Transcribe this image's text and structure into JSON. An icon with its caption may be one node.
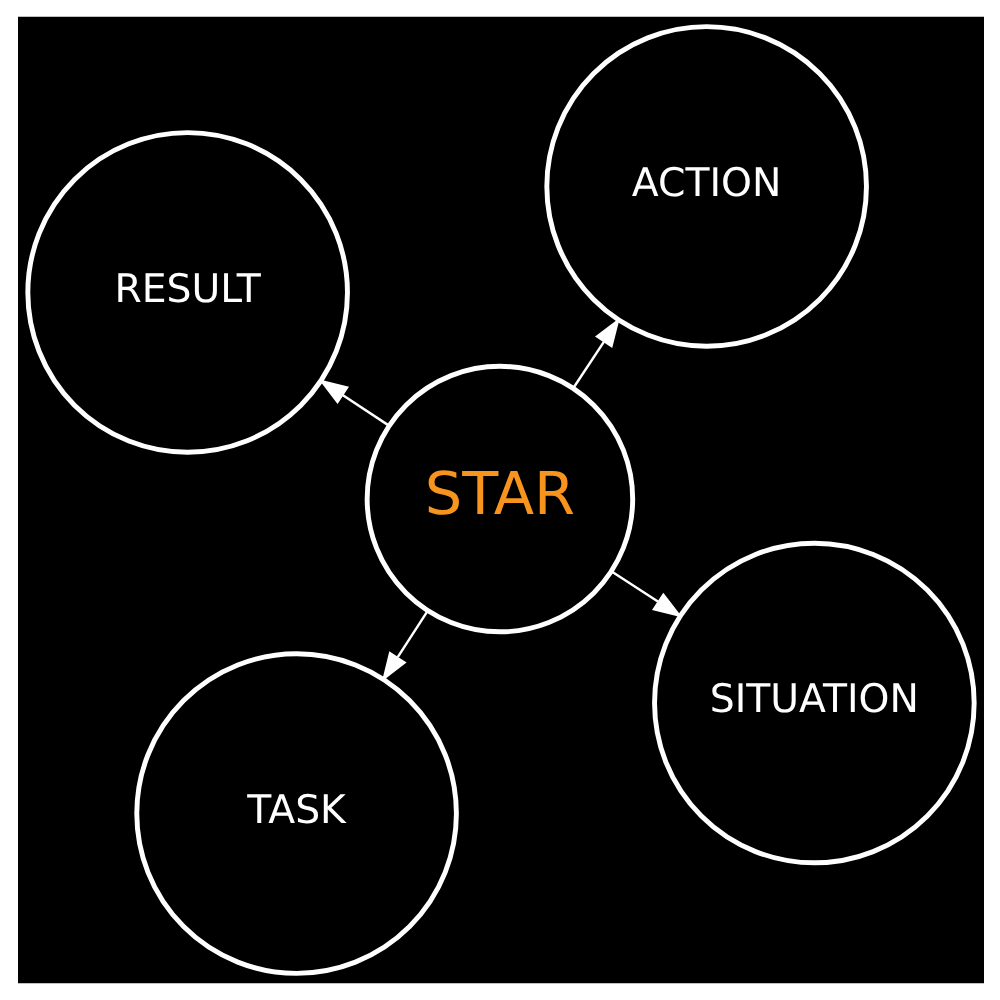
{
  "diagram": {
    "nodes": [
      {
        "text": [
          "STAR"
        ]
      },
      {
        "text": [
          "SITUATION"
        ]
      },
      {
        "text": [
          "TASK"
        ]
      },
      {
        "text": [
          "RESULT"
        ]
      },
      {
        "text": [
          "ACTION"
        ]
      }
    ],
    "edges": [
      {
        "from": 0,
        "to": 1,
        "arrow": "to"
      },
      {
        "from": 0,
        "to": 2,
        "arrow": "to"
      },
      {
        "from": 0,
        "to": 3,
        "arrow": "to"
      },
      {
        "from": 0,
        "to": 4,
        "arrow": "to"
      }
    ]
  }
}
